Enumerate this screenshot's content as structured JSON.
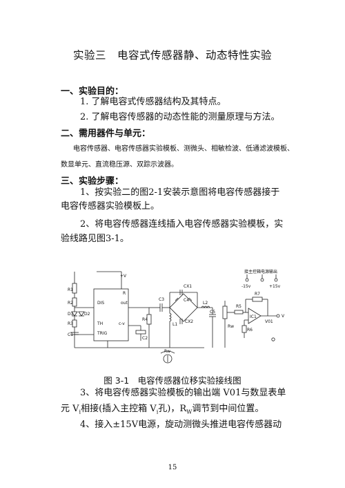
{
  "title": "实验三　电容式传感器静、动态特性实验",
  "sec1": {
    "heading": "一、实验目的：",
    "items": [
      "1. 了解电容式传感器结构及其特点。",
      "2. 了解电容传感器的动态性能的测量原理与方法。"
    ]
  },
  "sec2": {
    "heading": "二、需用器件与单元：",
    "line1": "电容传感器、电容传感器实验模板、测微头、相敏检波、低通滤波模板、",
    "line2": "数显单元、直流稳压源、双踪示波器。"
  },
  "sec3": {
    "heading": "三、实验步骤：",
    "step1_l1": "1、按实验二的图2-1安装示意图将电容传感器接于",
    "step1_l2": "电容传感器实验模板上。",
    "step2_l1": "2、将电容传感器连线插入电容传感器实验模板，实",
    "step2_l2": "验线路见图3-1。",
    "step3_l1": "3、将电容传感器实验模板的输出端 V01与数显表单",
    "step3_l2a": "元 V",
    "step3_sub1": "i",
    "step3_l2b": "相接(插入主控箱 V",
    "step3_sub2": "i",
    "step3_l2c": "孔)，R",
    "step3_sub3": "W",
    "step3_l2d": "调节到中间位置。",
    "step4_l1": "4、接入±15V电源，旋动测微头推进电容传感器动"
  },
  "figure": {
    "labels": {
      "supply": "接主控箱电源输出",
      "m15": "-15v",
      "p15": "+15v",
      "pv": "+V",
      "r1": "R1",
      "r2": "R2",
      "d1": "D1",
      "d2": "D2",
      "r3": "R3",
      "c1": "C1",
      "r": "R",
      "dis": "DIS",
      "out": "out",
      "th": "TH",
      "trig": "TRIG",
      "cv": "c-v",
      "c2": "C2",
      "r4": "R4",
      "c3": "C3",
      "cx1": "CX1",
      "cx2": "CX2",
      "c4": "C4",
      "l1": "L1",
      "l2": "L2",
      "c5": "C5",
      "rw": "Rw",
      "r5": "R5",
      "r7": "R7",
      "ic1": "IC1",
      "r6": "R6",
      "vo1": "V01",
      "v": "V",
      "rw2": "Rw"
    }
  },
  "caption": "图 3-1　电容传感器位移实验接线图",
  "page_number": "15"
}
